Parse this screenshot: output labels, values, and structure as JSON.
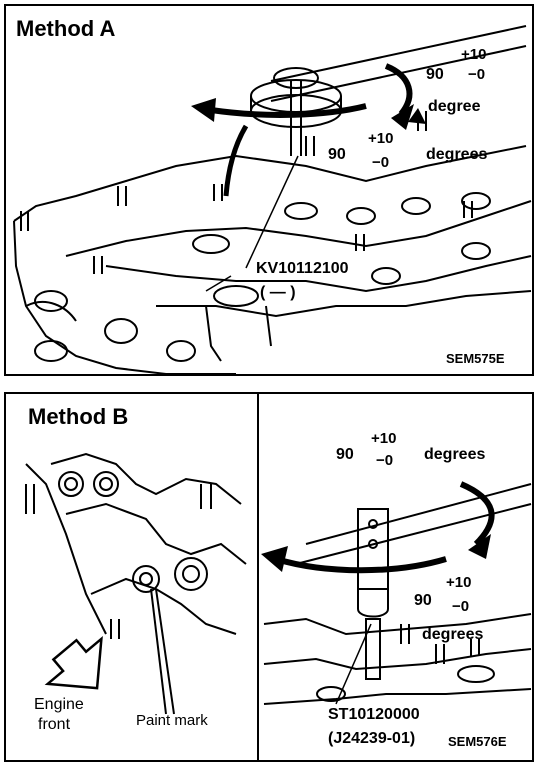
{
  "method_a": {
    "title": "Method A",
    "angle_top": {
      "value": "90",
      "tol_plus": "+10",
      "tol_minus": "−0",
      "unit": "degree"
    },
    "angle_mid": {
      "value": "90",
      "tol_plus": "+10",
      "tol_minus": "−0",
      "unit": "degrees"
    },
    "tool_number": "KV10112100",
    "tool_alt": "(   —   )",
    "figure_code": "SEM575E"
  },
  "method_b": {
    "title": "Method B",
    "engine_front": "Engine\nfront",
    "engine_front_l1": "Engine",
    "engine_front_l2": "front",
    "paint_mark": "Paint mark",
    "angle_top": {
      "value": "90",
      "tol_plus": "+10",
      "tol_minus": "−0",
      "unit": "degrees"
    },
    "angle_mid": {
      "value": "90",
      "tol_plus": "+10",
      "tol_minus": "−0",
      "unit": "degrees"
    },
    "tool_number": "ST10120000",
    "tool_alt": "(J24239-01)",
    "figure_code": "SEM576E"
  }
}
